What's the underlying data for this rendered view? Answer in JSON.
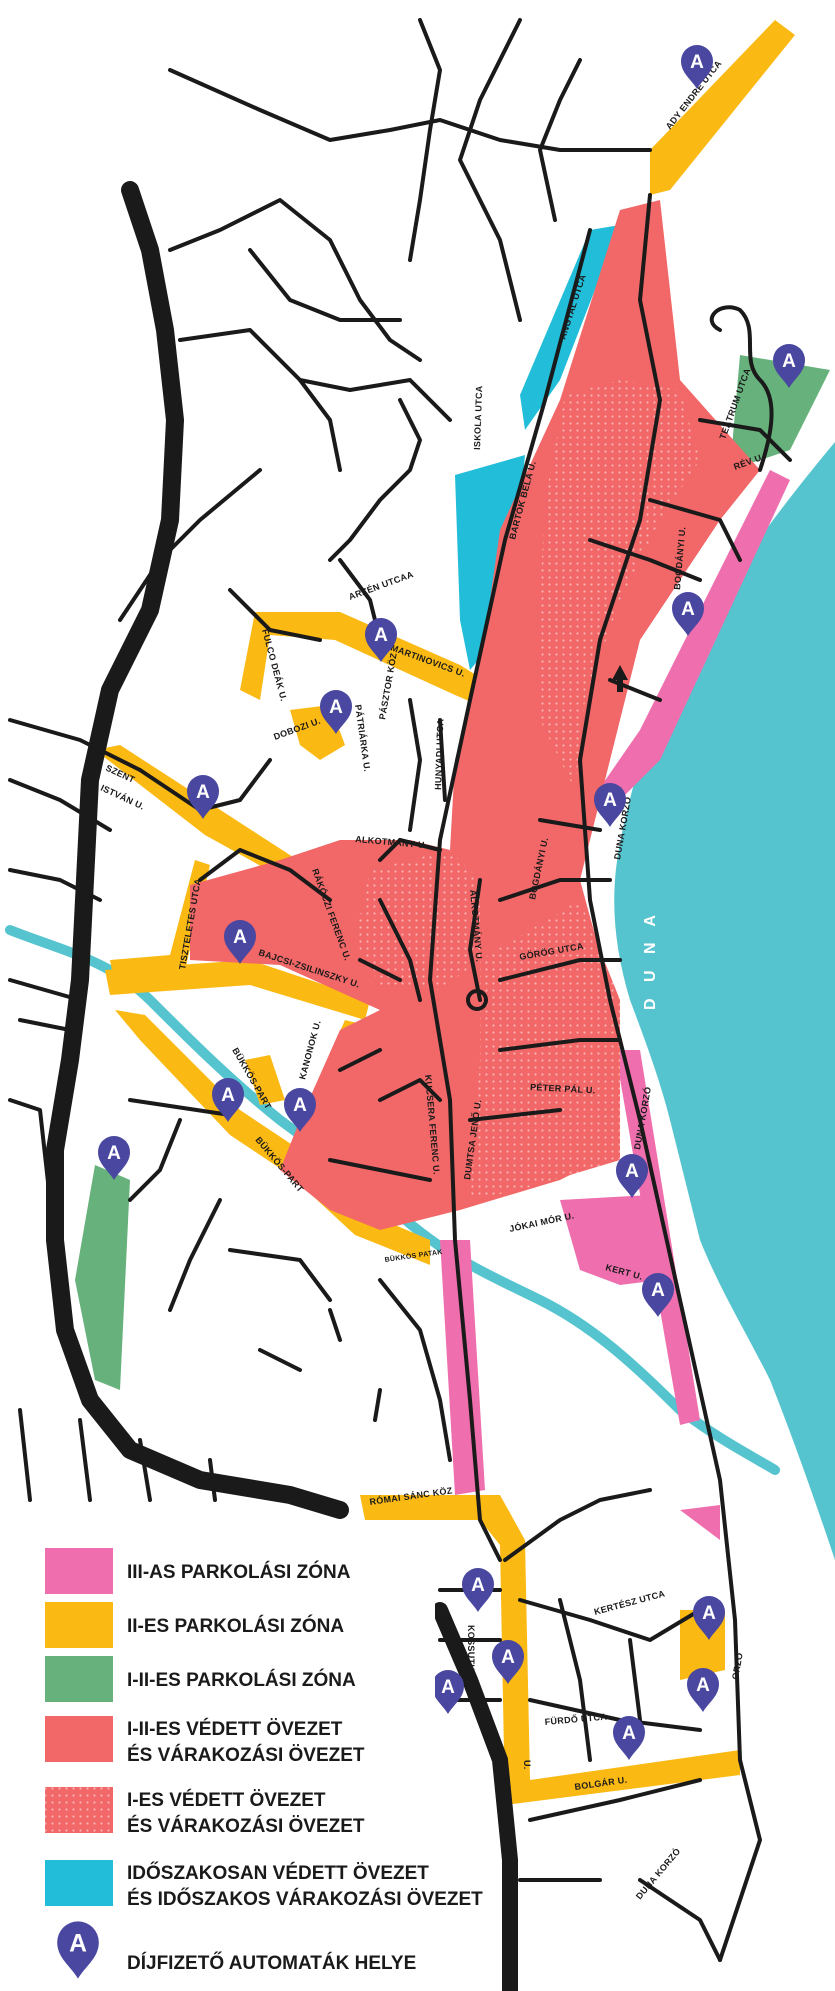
{
  "colors": {
    "zone3": "#ef6fae",
    "zone2": "#fbb914",
    "zone12": "#67b27c",
    "protected12": "#f26767",
    "protected1": "#f26767",
    "seasonal": "#22bdd9",
    "river": "#55c4cf",
    "marker": "#4a47a0",
    "road": "#1a1a1a"
  },
  "marker_letter": "A",
  "river_name": "D U N A",
  "streets": {
    "ady_endre": "ADY ENDRE UTCA",
    "angyal": "ANGYAL UTCA",
    "teatrum": "TEÁTRUM UTCA",
    "rev": "RÉV U.",
    "iskola": "ISKOLA UTCA",
    "bartok": "BARTÓK BÉLA U.",
    "arzen": "ARZÉN UTCAA",
    "bogdanyi_top": "BOGDÁNYI U.",
    "fulco": "FULCO DEÁK U.",
    "martinovics": "MARTINOVICS U.",
    "dobozi": "DOBOZI U.",
    "pasztor": "PÁSZTOR KÖZ",
    "patriarka": "PÁTRIÁRKA U.",
    "hunyadi": "HUNYADI UTCA",
    "szent_istvan_1": "SZENT",
    "szent_istvan_2": "ISTVÁN U.",
    "alkotmany": "ALKOTMÁNY U.",
    "duna_korzo_top": "DUNA KORZÓ",
    "bogdanyi_mid": "BOGDÁNYI U.",
    "tiszteletes": "TISZTELETES UTCA",
    "rakoczi": "RÁKÓCZI FERENC U.",
    "alkotmany_v": "ALKOTMÁNY U.",
    "bajcsy": "BAJCSI-ZSILINSZKY U.",
    "gorog": "GÖRÖG UTCA",
    "kanonok": "KANONOK U.",
    "bukkos_part_1": "BÜKKÖS-PART",
    "kucsera": "KUCSERA FERENC U.",
    "peter_pal": "PÉTER PÁL U.",
    "duna_korzo_mid": "DUNA KORZÓ",
    "dumtsa": "DUMTSA JENŐ U.",
    "bukkos_part_2": "BÜKKÖS-PART",
    "jokai": "JÓKAI MÓR U.",
    "bukkos_patak": "BÜKKÖS PATAK",
    "kert": "KERT U.",
    "romai": "RÓMAI SÁNC KÖZ",
    "kertesz": "KERTÉSZ UTCA",
    "kossuth": "KOSSUTH L. U.",
    "orzo": "ORZÓ",
    "furdo": "FÜRDŐ UTCA",
    "bolgar": "BOLGÁR U.",
    "duna_korzo_bottom": "DUNA KORZÓ",
    "u_small": "U."
  },
  "legend": {
    "zone3": "III-AS PARKOLÁSI ZÓNA",
    "zone2": "II-ES PARKOLÁSI ZÓNA",
    "zone12": "I-II-ES PARKOLÁSI ZÓNA",
    "protected12_line1": "I-II-ES VÉDETT ÖVEZET",
    "protected12_line2": "ÉS VÁRAKOZÁSI ÖVEZET",
    "protected1_line1": "I-ES VÉDETT ÖVEZET",
    "protected1_line2": "ÉS VÁRAKOZÁSI ÖVEZET",
    "seasonal_line1": "IDŐSZAKOSAN VÉDETT ÖVEZET",
    "seasonal_line2": "ÉS IDŐSZAKOS VÁRAKOZÁSI ÖVEZET",
    "machines": "DÍJFIZETŐ AUTOMATÁK HELYE"
  }
}
